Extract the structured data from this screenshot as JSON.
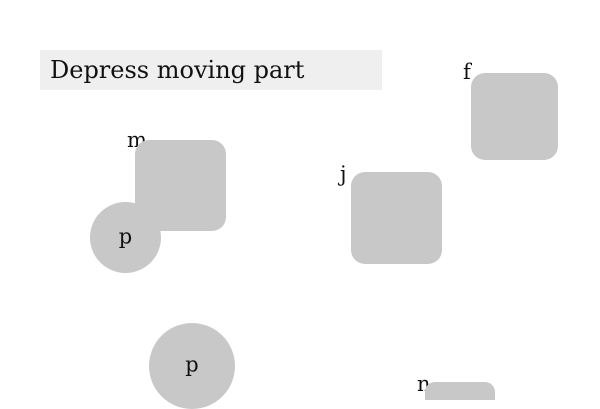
{
  "instruction": "Depress moving part",
  "shape_color": "#c8c8c8",
  "shapes": {
    "f": {
      "kind": "rounded-square",
      "label": "f"
    },
    "m": {
      "kind": "rounded-square",
      "label": "m"
    },
    "j": {
      "kind": "rounded-square",
      "label": "j"
    },
    "n": {
      "kind": "rounded-square",
      "label": "n"
    },
    "p_upper": {
      "kind": "circle",
      "label": "p"
    },
    "p_lower": {
      "kind": "circle",
      "label": "p"
    }
  }
}
